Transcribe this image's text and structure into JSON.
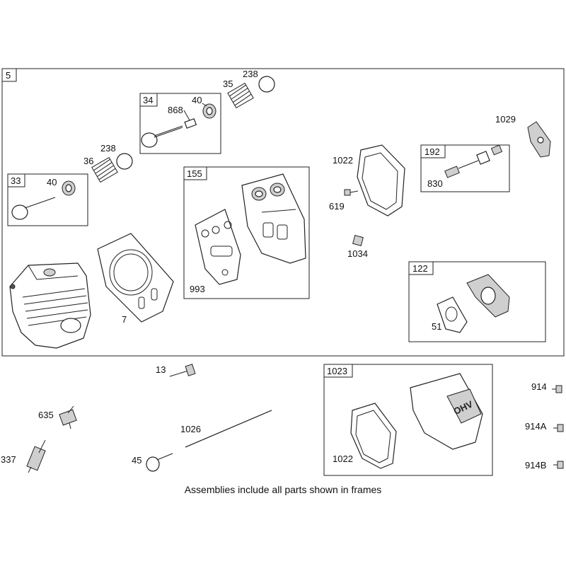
{
  "frames": {
    "main": "5",
    "f34": "34",
    "f33": "33",
    "f155": "155",
    "f192": "192",
    "f122": "122",
    "f1023": "1023"
  },
  "labels": {
    "p238a": "238",
    "p35": "35",
    "p40a": "40",
    "p868": "868",
    "p238b": "238",
    "p36": "36",
    "p40b": "40",
    "p7": "7",
    "p993": "993",
    "p1022a": "1022",
    "p619": "619",
    "p1034": "1034",
    "p830": "830",
    "p1029": "1029",
    "p51": "51",
    "p13": "13",
    "p635": "635",
    "p337": "337",
    "p1026": "1026",
    "p45": "45",
    "p1022b": "1022",
    "p914": "914",
    "p914a": "914A",
    "p914b": "914B"
  },
  "cover_text": "OHV",
  "caption": "Assemblies include all parts shown in frames"
}
